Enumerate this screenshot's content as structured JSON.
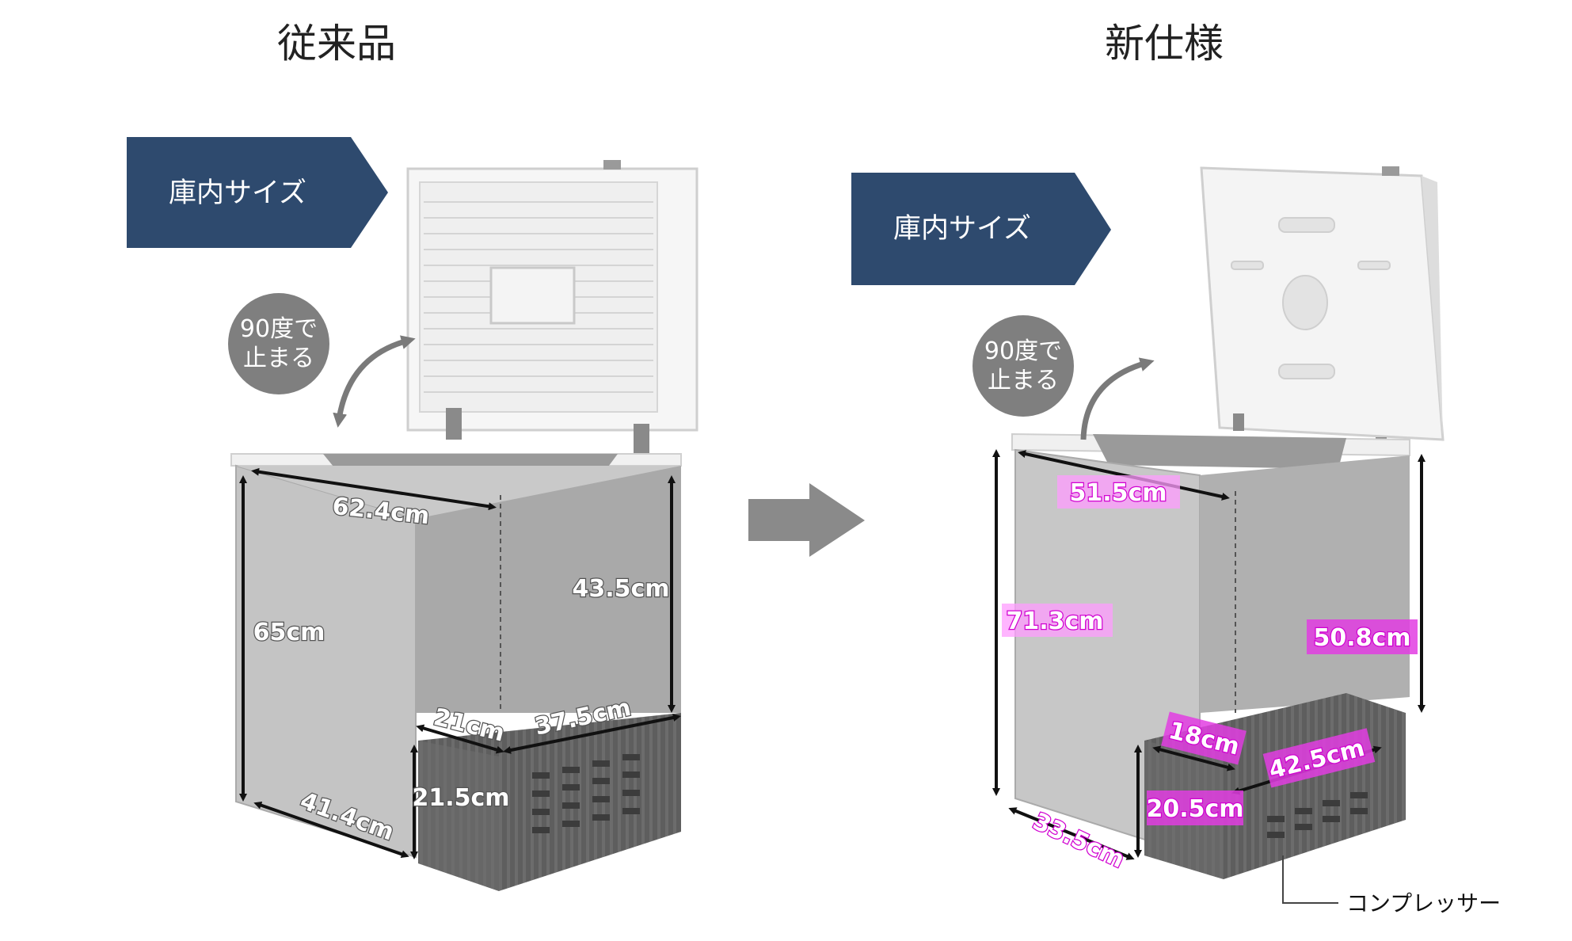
{
  "titles": {
    "old": "従来品",
    "new": "新仕様"
  },
  "banner": {
    "label": "庫内サイズ"
  },
  "lid_note": {
    "line1": "90度で",
    "line2": "止まる"
  },
  "center_arrow": {
    "icon": "right-arrow-icon",
    "color": "#8a8a8a"
  },
  "colors": {
    "banner": "#2e4a6e",
    "bubble": "#7f7f7f",
    "new_label_fill": "#ff9cff",
    "new_label_fill_strong": "#e23de2"
  },
  "old_model": {
    "width": "62.4cm",
    "height": "65cm",
    "depth": "41.4cm",
    "upper_height": "43.5cm",
    "step_depth": "21cm",
    "step_width": "37.5cm",
    "step_height": "21.5cm"
  },
  "new_model": {
    "width": "51.5cm",
    "height": "71.3cm",
    "depth": "33.5cm",
    "upper_height": "50.8cm",
    "step_depth": "18cm",
    "step_width": "42.5cm",
    "step_height": "20.5cm",
    "callout": "コンプレッサー"
  }
}
